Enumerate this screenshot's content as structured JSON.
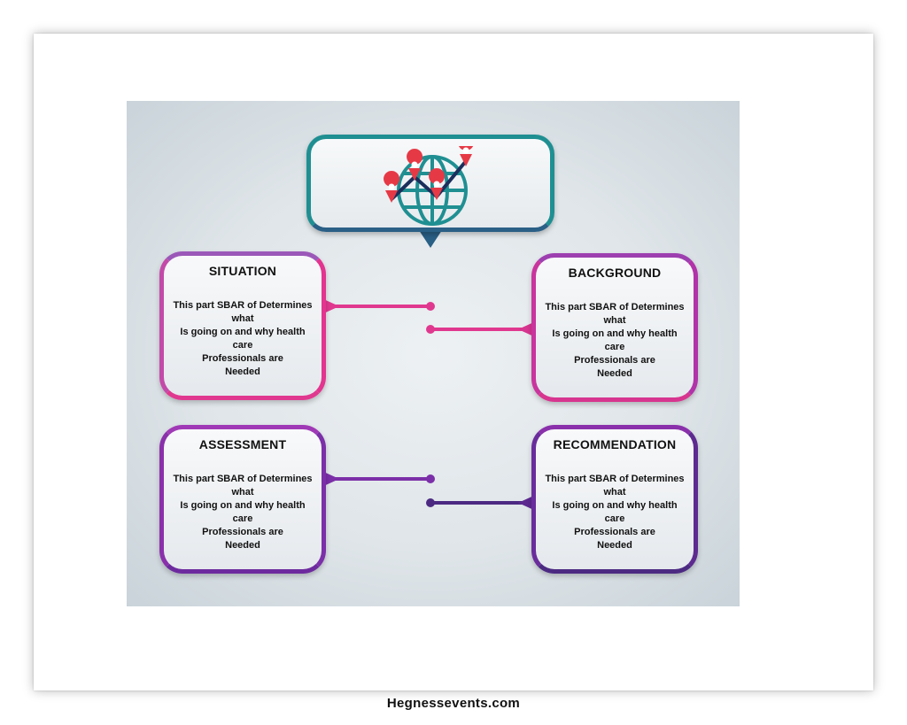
{
  "diagram": {
    "header_icon": "globe-with-map-pins-trend-icon",
    "cards": {
      "situation": {
        "title": "SITUATION",
        "lines": [
          "This part SBAR of Determines",
          "what",
          "Is going on and why health",
          "care",
          "Professionals are",
          "Needed"
        ]
      },
      "background": {
        "title": "BACKGROUND",
        "lines": [
          "This part SBAR of Determines",
          "what",
          "Is going on and why health",
          "care",
          "Professionals are",
          "Needed"
        ]
      },
      "assessment": {
        "title": "ASSESSMENT",
        "lines": [
          "This part SBAR of Determines",
          "what",
          "Is going on and why health",
          "care",
          "Professionals are",
          "Needed"
        ]
      },
      "recommendation": {
        "title": "RECOMMENDATION",
        "lines": [
          "This part SBAR of Determines",
          "what",
          "Is going on and why health",
          "care",
          "Professionals are",
          "Needed"
        ]
      }
    },
    "colors": {
      "teal": "#1f8f92",
      "pink": "#e0388f",
      "purple": "#7b2fa8",
      "dark_purple": "#4c2a82"
    }
  },
  "footer": {
    "site": "Hegnessevents.com"
  }
}
